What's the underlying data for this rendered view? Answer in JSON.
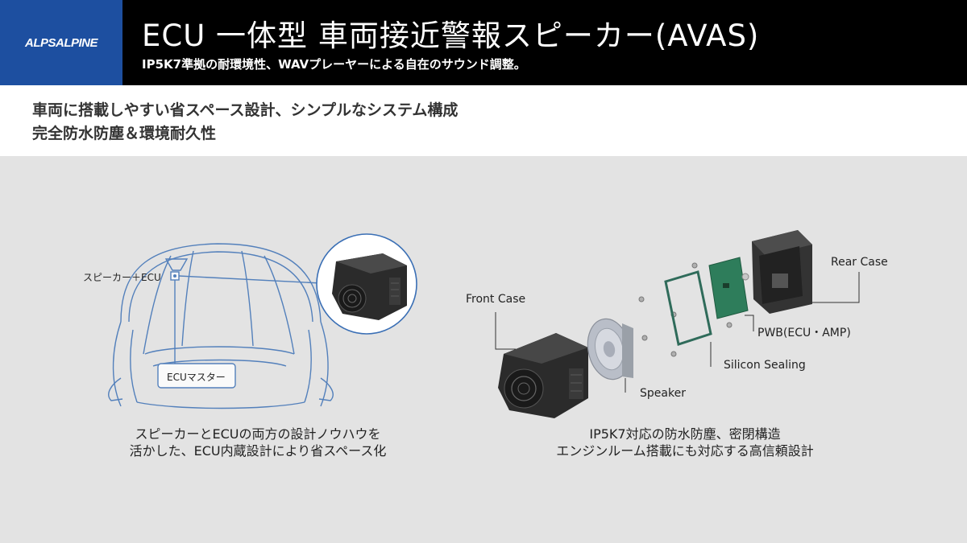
{
  "header": {
    "logo": "ALPSALPINE",
    "title": "ECU 一体型 車両接近警報スピーカー(AVAS)",
    "subtitle": "IP5K7準拠の耐環境性、WAVプレーヤーによる自在のサウンド調整。"
  },
  "band": {
    "line1": "車両に搭載しやすい省スペース設計、シンプルなシステム構成",
    "line2": "完全防水防塵＆環境耐久性"
  },
  "left_figure": {
    "speaker_ecu_label": "スピーカー＋ECU",
    "ecu_master_label": "ECUマスター",
    "caption_line1": "スピーカーとECUの両方の設計ノウハウを",
    "caption_line2": "活かした、ECU内蔵設計により省スペース化"
  },
  "right_figure": {
    "front_case": "Front Case",
    "rear_case": "Rear Case",
    "pwb": "PWB(ECU・AMP)",
    "silicon_sealing": "Silicon Sealing",
    "speaker": "Speaker",
    "caption_line1": "IP5K7対応の防水防塵、密閉構造",
    "caption_line2": "エンジンルーム搭載にも対応する高信頼設計"
  },
  "colors": {
    "header_bg": "#000000",
    "logo_bg": "#1d4fa0",
    "car_outline": "#3a6fb5",
    "pcb_green": "#2e7d5b",
    "background": "#e3e3e3"
  }
}
